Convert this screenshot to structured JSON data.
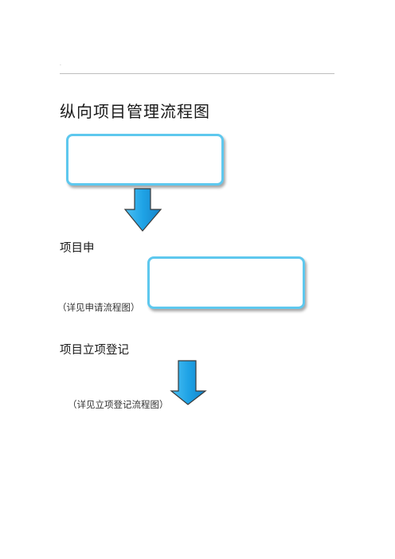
{
  "header": {
    "dot": "."
  },
  "title": "纵向项目管理流程图",
  "steps": [
    {
      "label": "项目申",
      "note": "（详见申请流程图）"
    },
    {
      "label": "项目立项登记",
      "note": "（详见立项登记流程图）"
    }
  ],
  "colors": {
    "box_border": "#5ec8ee",
    "arrow_fill": "#1fa3e6",
    "arrow_stroke": "#3a3a3a"
  },
  "icons": [
    "down-arrow-icon",
    "down-arrow-icon"
  ]
}
